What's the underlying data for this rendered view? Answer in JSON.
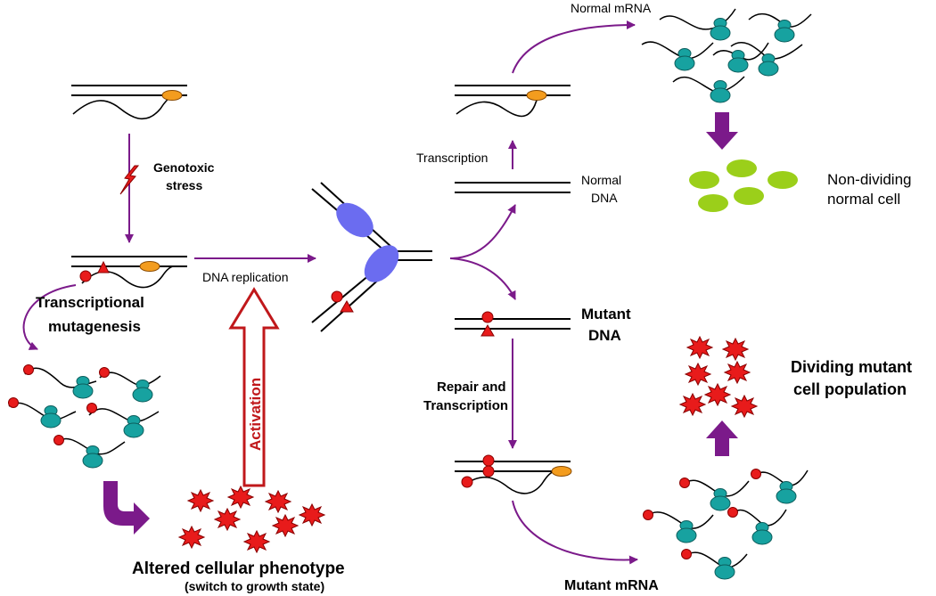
{
  "labels": {
    "genotoxic_line1": "Genotoxic",
    "genotoxic_line2": "stress",
    "transcriptional_line1": "Transcriptional",
    "transcriptional_line2": "mutagenesis",
    "dna_replication": "DNA replication",
    "activation": "Activation",
    "altered_phenotype": "Altered cellular phenotype",
    "altered_phenotype_sub": "(switch to growth state)",
    "transcription": "Transcription",
    "normal_mrna": "Normal mRNA",
    "normal_dna_line1": "Normal",
    "normal_dna_line2": "DNA",
    "non_dividing_line1": "Non-dividing",
    "non_dividing_line2": "normal cell",
    "mutant_dna_line1": "Mutant",
    "mutant_dna_line2": "DNA",
    "repair_line1": "Repair and",
    "repair_line2": "Transcription",
    "dividing_line1": "Dividing mutant",
    "dividing_line2": "cell population",
    "mutant_mrna": "Mutant mRNA"
  },
  "colors": {
    "arrow_purple": "#7b1a8a",
    "polymerase_orange": "#f39c1e",
    "ribosome_teal": "#17a2a0",
    "lesion_red": "#e81b1b",
    "replisome_blue": "#6b6cf0",
    "normal_cell_green": "#9bcf1a",
    "activation_red": "#c0181b"
  },
  "icons": [
    "lightning-bolt-icon",
    "ribosome-icon",
    "lesion-circle-icon",
    "lesion-triangle-icon",
    "mutant-cell-star-icon",
    "normal-cell-ellipse-icon"
  ]
}
